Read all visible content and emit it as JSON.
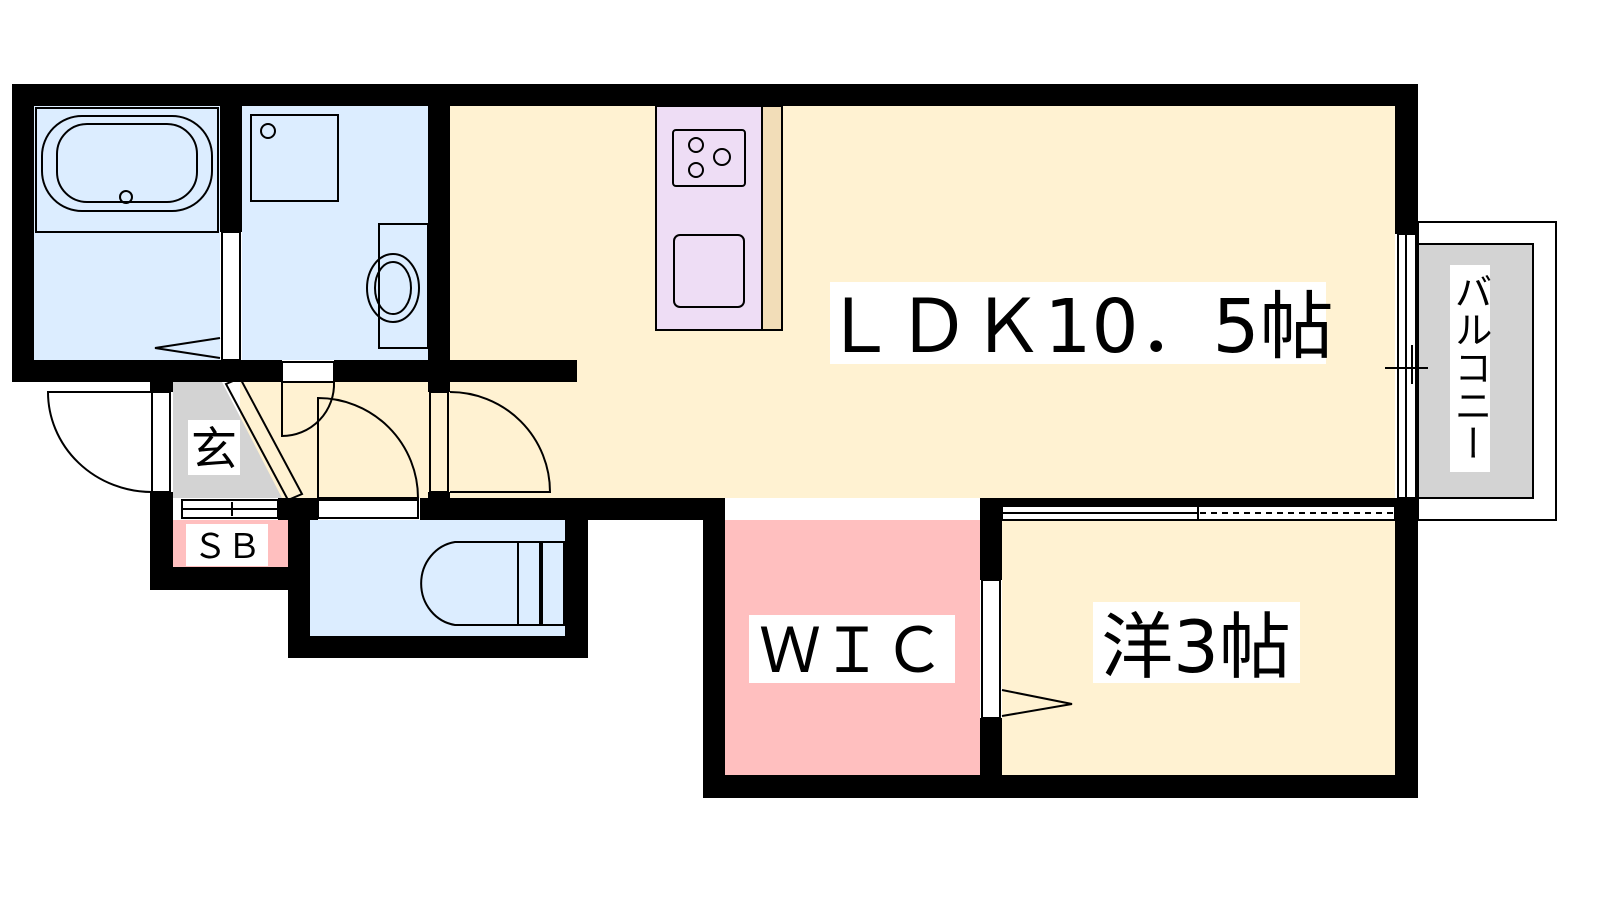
{
  "rooms": {
    "ldk": "ＬＤＫ10．5帖",
    "western": "洋3帖",
    "wic": "ＷＩＣ",
    "balcony": "バルコニー",
    "entrance": "玄",
    "shoebox": "ＳＢ"
  },
  "colors": {
    "wall": "#000000",
    "living": "#FFF2D2",
    "wet": "#DCEDFF",
    "kitchen": "#EEDDF5",
    "closet": "#FFBFBF",
    "entrance": "#D3D3D3"
  }
}
